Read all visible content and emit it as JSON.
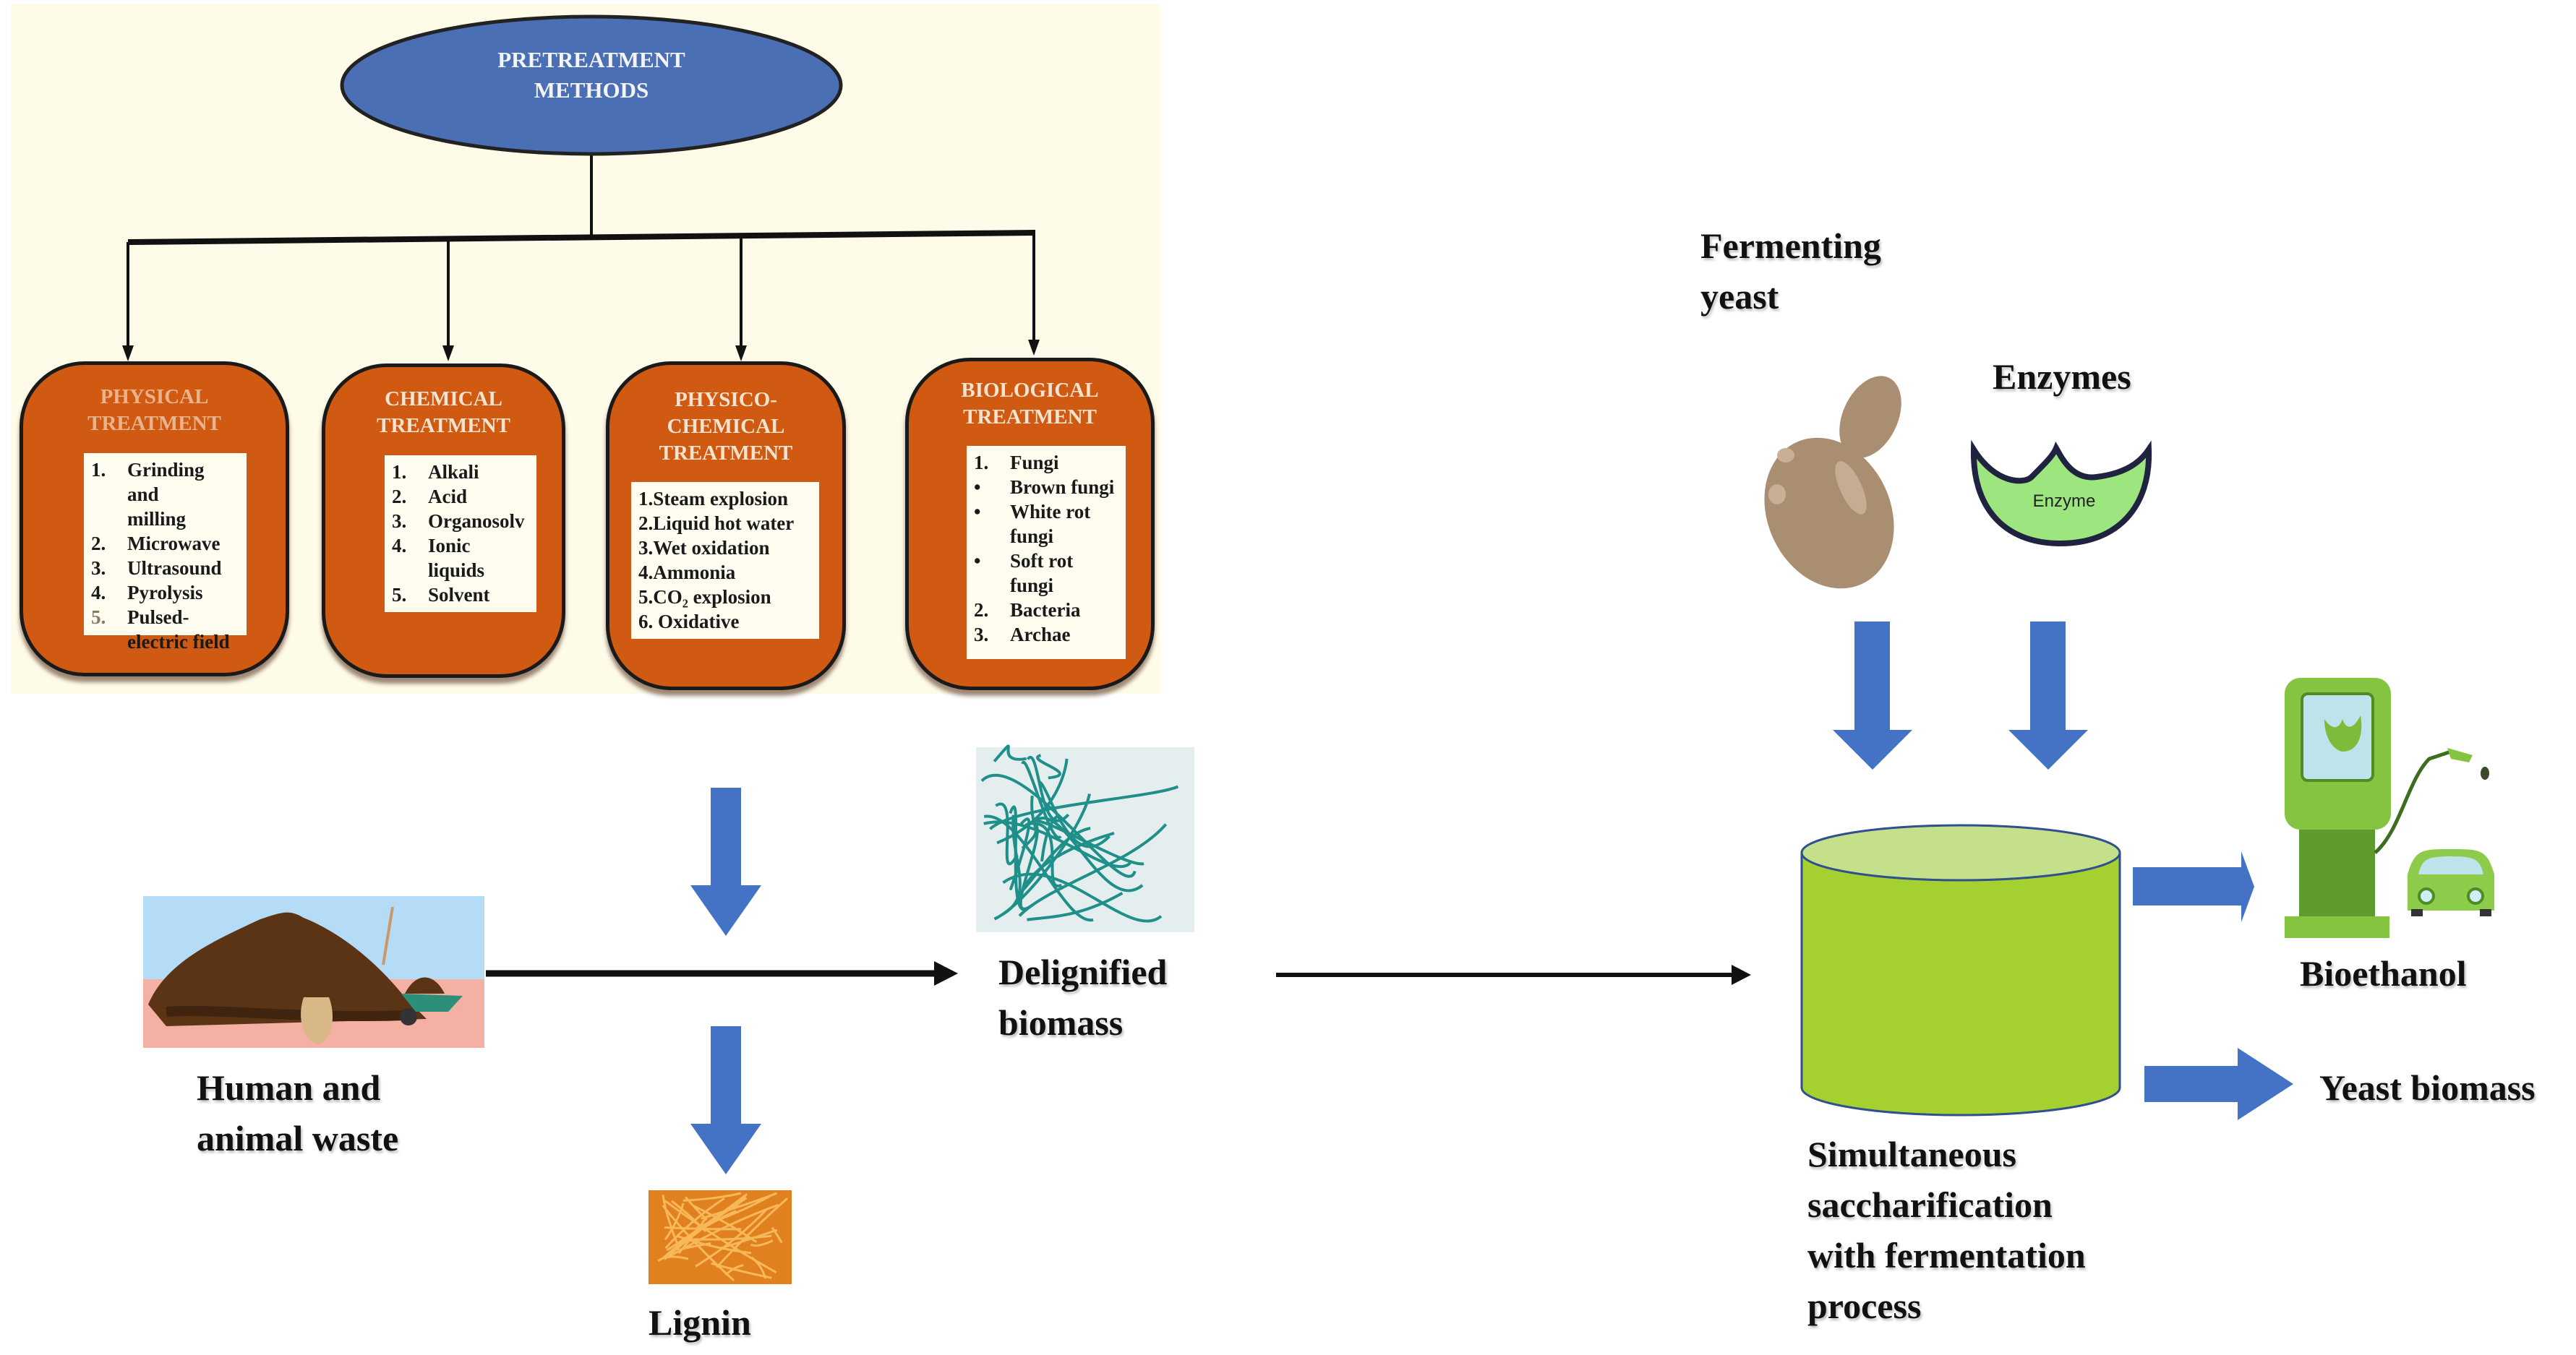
{
  "pretreatment": {
    "root_label_line1": "PRETREATMENT",
    "root_label_line2": "METHODS",
    "colors": {
      "root_fill": "#4a6fb5",
      "box_fill": "#d05a12",
      "panel_bg": "#fffbe9"
    },
    "boxes": [
      {
        "title_line1": "PHYSICAL",
        "title_line2": "TREATMENT",
        "title_line3": "",
        "items": [
          {
            "marker": "1.",
            "text": "Grinding and"
          },
          {
            "marker": "",
            "text": "milling"
          },
          {
            "marker": "2.",
            "text": "Microwave"
          },
          {
            "marker": "3.",
            "text": "Ultrasound"
          },
          {
            "marker": "4.",
            "text": "Pyrolysis"
          },
          {
            "marker": "5.",
            "text": "Pulsed-"
          },
          {
            "marker": "",
            "text": "electric field"
          }
        ]
      },
      {
        "title_line1": "CHEMICAL",
        "title_line2": "TREATMENT",
        "title_line3": "",
        "items": [
          {
            "marker": "1.",
            "text": "Alkali"
          },
          {
            "marker": "2.",
            "text": "Acid"
          },
          {
            "marker": "3.",
            "text": "Organosolv"
          },
          {
            "marker": "4.",
            "text": "Ionic"
          },
          {
            "marker": "",
            "text": "liquids"
          },
          {
            "marker": "5.",
            "text": "Solvent"
          }
        ]
      },
      {
        "title_line1": "PHYSICO-",
        "title_line2": "CHEMICAL",
        "title_line3": "TREATMENT",
        "items": [
          {
            "marker": "",
            "text": "1.Steam explosion"
          },
          {
            "marker": "",
            "text": "2.Liquid hot water"
          },
          {
            "marker": "",
            "text": "3.Wet oxidation"
          },
          {
            "marker": "",
            "text": "4.Ammonia"
          },
          {
            "marker": "",
            "text": "5.CO₂ explosion"
          },
          {
            "marker": "",
            "text": "6. Oxidative"
          }
        ]
      },
      {
        "title_line1": "BIOLOGICAL",
        "title_line2": "TREATMENT",
        "title_line3": "",
        "items": [
          {
            "marker": "1.",
            "text": "Fungi"
          },
          {
            "marker": "•",
            "text": "Brown fungi"
          },
          {
            "marker": "•",
            "text": "White rot"
          },
          {
            "marker": "",
            "text": "fungi"
          },
          {
            "marker": "•",
            "text": "Soft rot"
          },
          {
            "marker": "",
            "text": "fungi"
          },
          {
            "marker": "2.",
            "text": "Bacteria"
          },
          {
            "marker": "3.",
            "text": "Archae"
          }
        ]
      }
    ]
  },
  "flow": {
    "waste_label_line1": "Human and",
    "waste_label_line2": "animal waste",
    "delignified_label_line1": "Delignified",
    "delignified_label_line2": "biomass",
    "lignin_label": "Lignin",
    "yeast_label_line1": "Fermenting",
    "yeast_label_line2": "yeast",
    "enzymes_label": "Enzymes",
    "enzyme_shape_text": "Enzyme",
    "ssf_label_lines": [
      "Simultaneous",
      "saccharification",
      "with fermentation",
      "process"
    ],
    "bioethanol_label": "Bioethanol",
    "yeast_biomass_label": "Yeast biomass",
    "colors": {
      "arrow_blue": "#4472c4",
      "reactor_green": "#a4d12f",
      "reactor_top": "#c5e08a",
      "fiber_teal": "#1f8f8a",
      "lignin_orange": "#e0801e"
    }
  }
}
